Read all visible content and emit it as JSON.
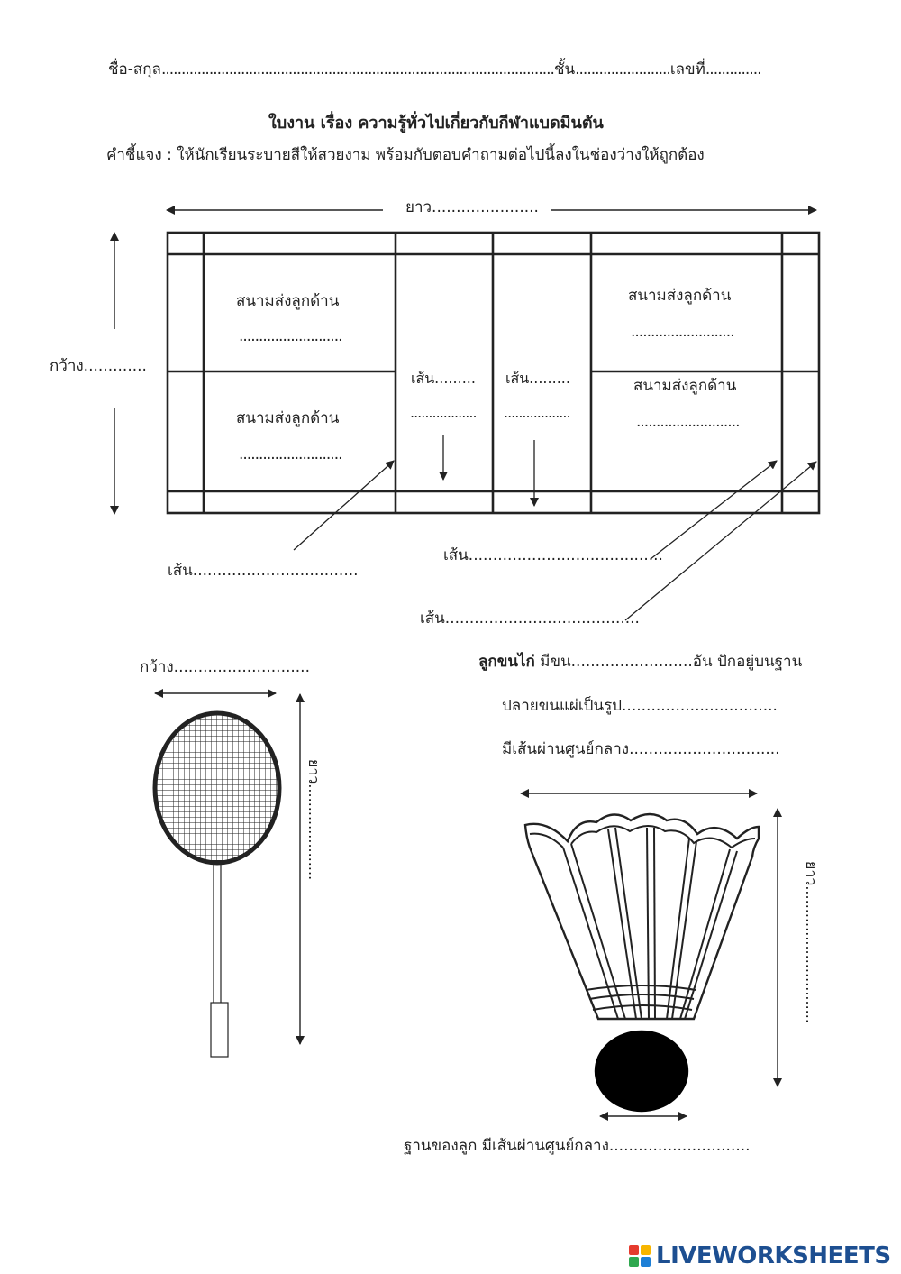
{
  "header": {
    "name_label": "ชื่อ-สกุล",
    "name_blank": "...................................................................................................",
    "class_label": "ชั้น",
    "class_blank": "........................",
    "number_label": "เลขที่",
    "number_blank": ".............."
  },
  "title": "ใบงาน เรื่อง ความรู้ทั่วไปเกี่ยวกับกีฬาแบดมินตัน",
  "instruction": "คำชี้แจง : ให้นักเรียนระบายสีให้สวยงาม พร้อมกับตอบคำถามต่อไปนี้ลงในช่องว่างให้ถูกต้อง",
  "court": {
    "length_label": "ยาว......................",
    "width_label": "กว้าง.............",
    "service_court_label": "สนามส่งลูกด้าน",
    "service_blank": "..........................",
    "line_short_label": "เส้น.........",
    "line_short_blank": "..................",
    "line_left_label": "เส้น..................................",
    "line_mid_label": "เส้น........................................",
    "line_bottom_label": "เส้น........................................"
  },
  "racket": {
    "width_label": "กว้าง............................",
    "length_label": "ยาว.....................",
    "outline_color": "#222222"
  },
  "shuttlecock": {
    "title_bold": "ลูกขนไก่",
    "feathers_text": "มีขน.........................อัน ปักอยู่บนฐาน",
    "tip_shape_text": "ปลายขนแผ่เป็นรูป................................",
    "diameter_text": "มีเส้นผ่านศูนย์กลาง...............................",
    "length_label": "ยาว..............................",
    "base_text": "ฐานของลูก มีเส้นผ่านศูนย์กลาง.............................",
    "base_color": "#000000"
  },
  "logo": {
    "text": "LIVEWORKSHEETS",
    "colors": [
      "#e63b2e",
      "#f7b500",
      "#2fa84f",
      "#1d7fd6"
    ]
  }
}
